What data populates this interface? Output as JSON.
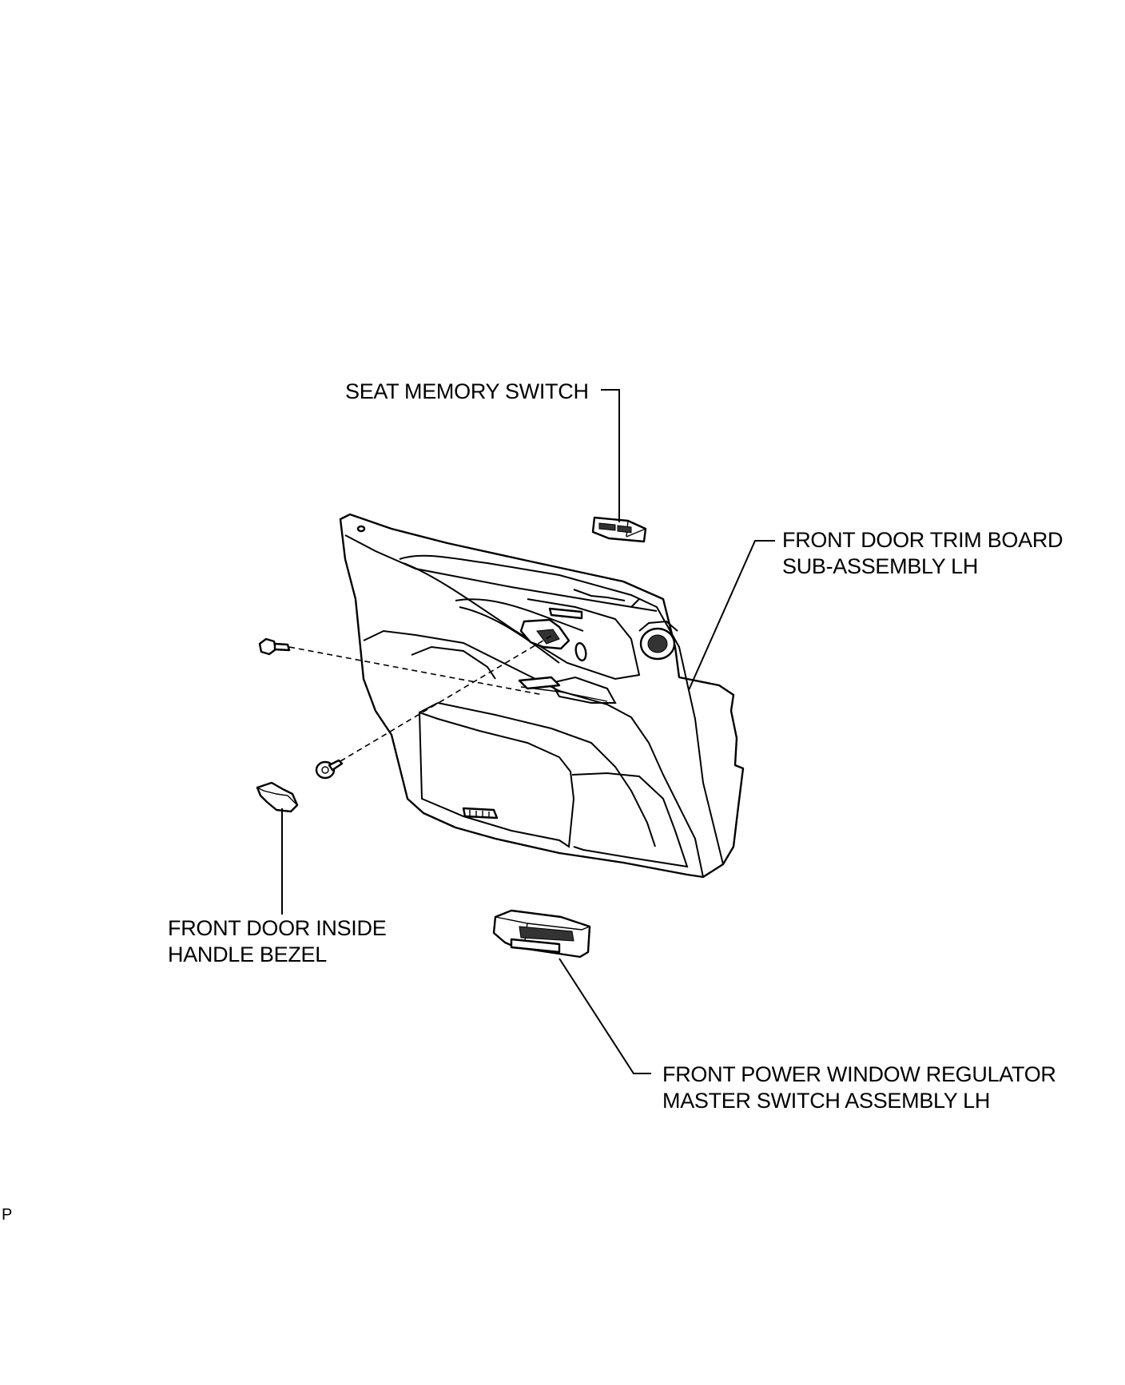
{
  "labels": {
    "seat_memory_switch": "SEAT MEMORY SWITCH",
    "trim_board": [
      "FRONT DOOR TRIM BOARD",
      "SUB-ASSEMBLY LH"
    ],
    "inside_handle_bezel": [
      "FRONT DOOR INSIDE",
      "HANDLE BEZEL"
    ],
    "master_switch": [
      "FRONT POWER WINDOW REGULATOR",
      "MASTER SWITCH ASSEMBLY LH"
    ]
  },
  "figure_code": "P",
  "colors": {
    "line": "#000000",
    "background": "#ffffff"
  }
}
